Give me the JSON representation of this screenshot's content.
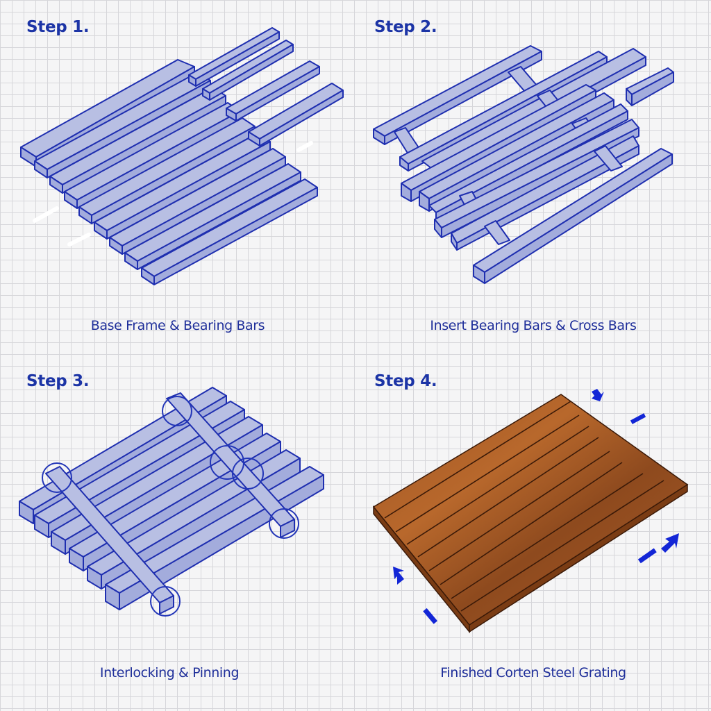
{
  "steps": [
    {
      "title": "Step 1.",
      "caption": "Base Frame & Bearing Bars"
    },
    {
      "title": "Step 2.",
      "caption": "Insert Bearing Bars & Cross Bars"
    },
    {
      "title": "Step 3.",
      "caption": "Interlocking & Pinning"
    },
    {
      "title": "Step 4.",
      "caption": "Finished Corten Steel Grating"
    }
  ],
  "colors": {
    "heading": "#1c34a6",
    "line": "#1f2fb0",
    "bar_fill": "#b8bfe3",
    "rust": "#9a4c1c",
    "grid": "#d6d6da",
    "arrow": "#1326d6"
  },
  "icons": {
    "direction_arrows": "arrow-icon",
    "pin_circles": "highlight-circle-icon"
  }
}
